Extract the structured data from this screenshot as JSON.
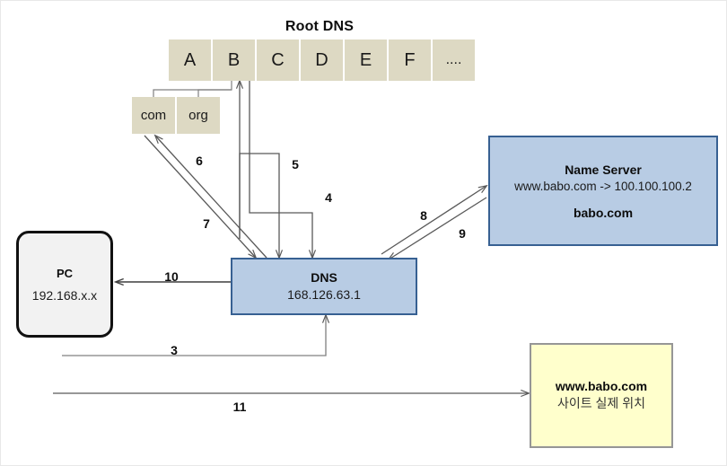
{
  "diagram": {
    "title": "DNS resolution flow diagram",
    "colors": {
      "root_cell_fill": "#ddd9c3",
      "blue_fill": "#b8cce4",
      "blue_border": "#376092",
      "yellow_fill": "#ffffcc",
      "yellow_border": "#969696",
      "pc_fill": "#f2f2f2",
      "pc_border": "#111111",
      "arrow": "#595959"
    }
  },
  "root_dns": {
    "title": "Root DNS",
    "cells": [
      {
        "label": "A"
      },
      {
        "label": "B"
      },
      {
        "label": "C"
      },
      {
        "label": "D"
      },
      {
        "label": "E"
      },
      {
        "label": "F"
      },
      {
        "label": "...."
      }
    ]
  },
  "tld": {
    "cells": [
      {
        "label": "com"
      },
      {
        "label": "org"
      }
    ]
  },
  "pc": {
    "title": "PC",
    "ip": "192.168.x.x"
  },
  "dns": {
    "title": "DNS",
    "ip": "168.126.63.1"
  },
  "name_server": {
    "title": "Name Server",
    "mapping": "www.babo.com -> 100.100.100.2",
    "domain": "babo.com"
  },
  "site": {
    "domain": "www.babo.com",
    "caption": "사이트 실제 위치"
  },
  "edges": [
    {
      "id": "3",
      "label": "3",
      "from": "pc",
      "to": "dns"
    },
    {
      "id": "4",
      "label": "4",
      "from": "root-b",
      "to": "dns"
    },
    {
      "id": "5",
      "label": "5",
      "from": "tld",
      "to": "dns"
    },
    {
      "id": "6",
      "label": "6",
      "from": "dns",
      "to": "com"
    },
    {
      "id": "7",
      "label": "7",
      "from": "com",
      "to": "dns"
    },
    {
      "id": "8",
      "label": "8",
      "from": "dns",
      "to": "name-server"
    },
    {
      "id": "9",
      "label": "9",
      "from": "name-server",
      "to": "dns"
    },
    {
      "id": "10",
      "label": "10",
      "from": "dns",
      "to": "pc"
    },
    {
      "id": "11",
      "label": "11",
      "from": "pc",
      "to": "site"
    }
  ]
}
